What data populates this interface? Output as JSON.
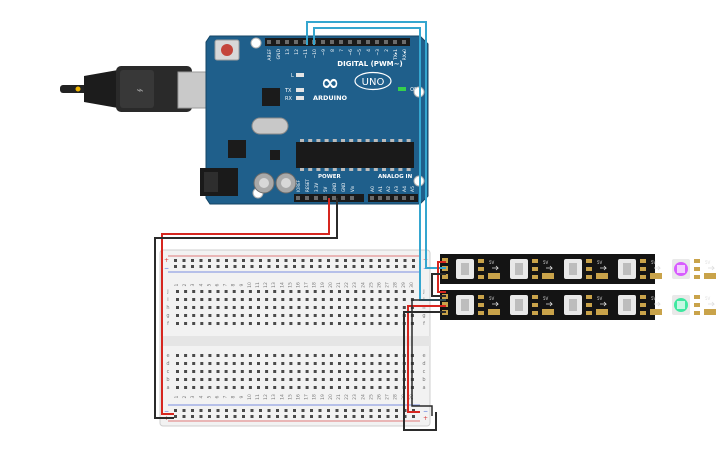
{
  "canvas": {
    "background": "#ffffff"
  },
  "arduino": {
    "brand_mark": "∞",
    "brand": "ARDUINO",
    "model": "UNO",
    "on_label": "ON",
    "led_l": "L",
    "led_tx": "TX",
    "led_rx": "RX",
    "digital_label": "DIGITAL (PWM~)",
    "power_label": "POWER",
    "analog_label": "ANALOG IN",
    "top_pins": [
      "AREF",
      "GND",
      "13",
      "12",
      "~11",
      "~10",
      "~9",
      "8",
      "7",
      "~6",
      "~5",
      "4",
      "~3",
      "2",
      "TX▸1",
      "RX◂0"
    ],
    "power_pins": [
      "IOREF",
      "RESET",
      "3.3V",
      "5V",
      "GND",
      "GND",
      "Vin"
    ],
    "analog_pins": [
      "A0",
      "A1",
      "A2",
      "A3",
      "A4",
      "A5"
    ],
    "board_color": "#1f5f8b"
  },
  "breadboard": {
    "columns": [
      "1",
      "2",
      "3",
      "4",
      "5",
      "6",
      "7",
      "8",
      "9",
      "10",
      "11",
      "12",
      "13",
      "14",
      "15",
      "16",
      "17",
      "18",
      "19",
      "20",
      "21",
      "22",
      "23",
      "24",
      "25",
      "26",
      "27",
      "28",
      "29",
      "30"
    ],
    "rows_top": [
      "j",
      "i",
      "h",
      "g",
      "f"
    ],
    "rows_bottom": [
      "e",
      "d",
      "c",
      "b",
      "a"
    ],
    "rail_plus": "+",
    "rail_minus": "−"
  },
  "led_strips": [
    {
      "id": "strip-1",
      "lit_pixel": 4,
      "lit_color": "#d85cff"
    },
    {
      "id": "strip-2",
      "lit_pixel": 4,
      "lit_color": "#3fe8a0"
    }
  ],
  "strip_label": "5V",
  "strip_pin_labels": [
    "+5V",
    "Din",
    "GND"
  ],
  "wires": {
    "red": "#d6261f",
    "black": "#2b2b2b",
    "cyan": "#35a6cf"
  }
}
